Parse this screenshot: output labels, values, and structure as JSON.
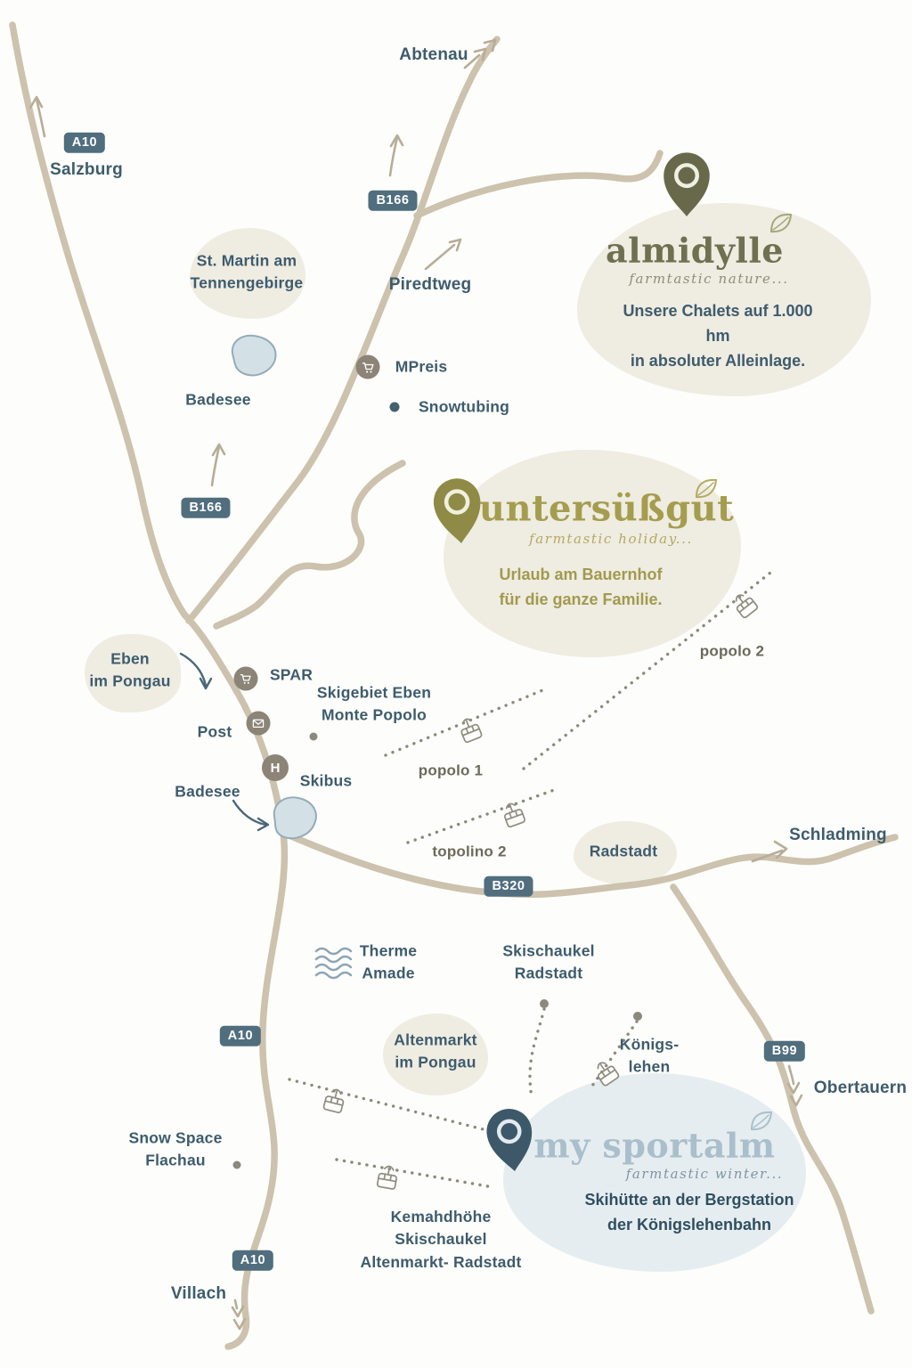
{
  "colors": {
    "road": "#ccc2ad",
    "label_slate": "#3e5c6d",
    "badge_bg": "#506e7d",
    "almidylle_olive": "#67694a",
    "untersuessgut_gold": "#a29a4e",
    "sportalm_blue": "#a9bfcb",
    "sportalm_dark": "#2f4f60",
    "blob_cream": "#efece2",
    "blob_blue": "#e6edf0",
    "lake_fill": "#d3e0e6",
    "lift_dot_gray": "#8b897b"
  },
  "badges": {
    "a10_top": "A10",
    "b166_top": "B166",
    "b166_mid": "B166",
    "b320": "B320",
    "a10_mid": "A10",
    "b99": "B99",
    "a10_bottom": "A10"
  },
  "places": {
    "salzburg": "Salzburg",
    "abtenau": "Abtenau",
    "st_martin": "St. Martin am\nTennengebirge",
    "piredtweg": "Piredtweg",
    "badesee_north": "Badesee",
    "eben": "Eben\nim Pongau",
    "badesee_south": "Badesee",
    "radstadt": "Radstadt",
    "schladming": "Schladming",
    "altenmarkt": "Altenmarkt\nim Pongau",
    "obertauern": "Obertauern",
    "snow_space": "Snow Space\nFlachau",
    "villach": "Villach"
  },
  "pois": {
    "mpreis": "MPreis",
    "snowtubing": "Snowtubing",
    "spar": "SPAR",
    "post": "Post",
    "skibus": "Skibus",
    "skibus_h": "H",
    "skigebiet": "Skigebiet Eben\nMonte Popolo",
    "therme": "Therme\nAmade",
    "skischaukel_radstadt": "Skischaukel\nRadstadt",
    "koenigslehen": "Königs-\nlehen",
    "kemahdhoehe": "Kemahdhöhe\nSkischaukel\nAltenmarkt- Radstadt"
  },
  "lifts": {
    "popolo1": "popolo 1",
    "popolo2": "popolo 2",
    "topolino2": "topolino 2"
  },
  "brands": {
    "almidylle": {
      "name": "almidylle",
      "script": "farmtastic nature...",
      "tagline": "Unsere Chalets auf 1.000 hm\nin absoluter Alleinlage."
    },
    "untersuessgut": {
      "name": "untersüßgut",
      "script": "farmtastic holiday...",
      "tagline": "Urlaub am Bauernhof\nfür die ganze Familie."
    },
    "my_sportalm": {
      "name": "my sportalm",
      "script": "farmtastic winter...",
      "tagline": "Skihütte an der Bergstation\nder Königslehenbahn"
    }
  },
  "icons": {
    "map_pin_icon": "teardrop pin with inner ring",
    "gondola_icon": "cable-car cabin hanging on dotted lift line",
    "shopping_cart_icon": "white cart in circle",
    "envelope_icon": "white envelope in circle",
    "bus_stop_h_icon": "white H in circle",
    "waves_icon": "thermal water waves",
    "leaf_icon": "leaf sprig",
    "arrow_icon": "open chevron direction arrow"
  }
}
